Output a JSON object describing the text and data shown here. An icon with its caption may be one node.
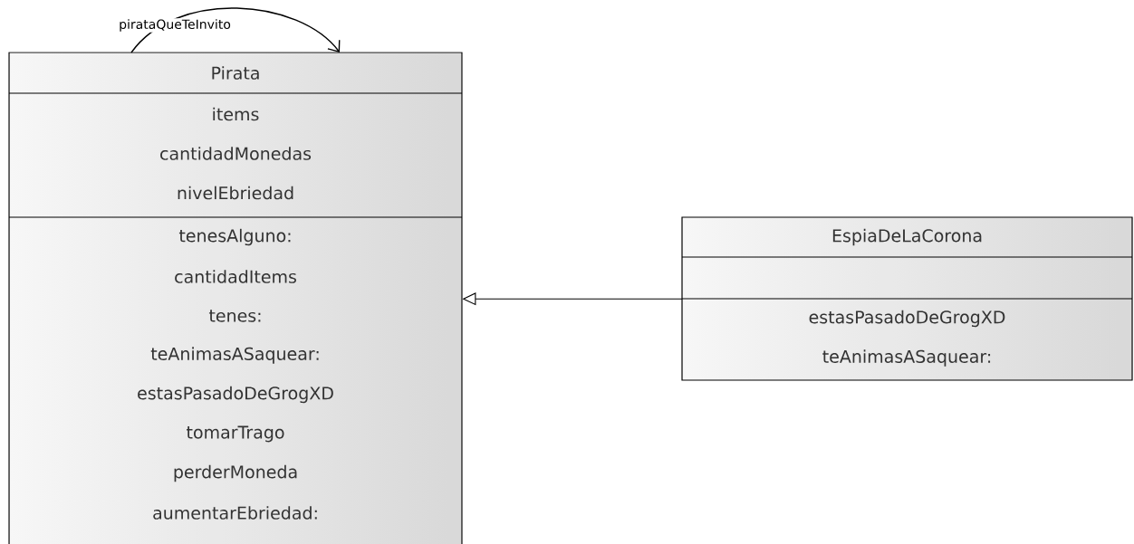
{
  "diagram": {
    "nodes": [
      {
        "text": [
          "Pirata",
          "items",
          "cantidadMonedas",
          "nivelEbriedad",
          "tenesAlguno:",
          "cantidadItems",
          "tenes:",
          "teAnimasASaquear:",
          "estasPasadoDeGrogXD",
          "tomarTrago",
          "perderMoneda",
          "aumentarEbriedad:"
        ]
      },
      {
        "text": [
          "EspiaDeLaCorona",
          "estasPasadoDeGrogXD",
          "teAnimasASaquear:"
        ]
      }
    ],
    "edges": [
      {
        "from": 0,
        "to": 0,
        "arrow": "to",
        "label": "pirataQueTeInvito"
      },
      {
        "from": 1,
        "to": 0,
        "arrow": "to"
      }
    ]
  }
}
